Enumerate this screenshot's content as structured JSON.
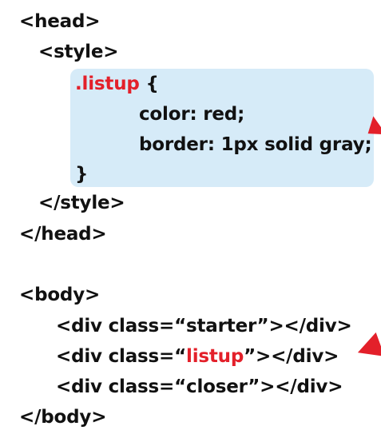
{
  "code": {
    "head_open": "<head>",
    "style_open": "<style>",
    "selector": ".listup",
    "brace_open": " {",
    "prop_color": "color: red;",
    "prop_border": "border: 1px solid gray;",
    "brace_close": "}",
    "style_close": "</style>",
    "head_close": "</head>",
    "body_open": "<body>",
    "div1": "<div class=“starter”></div>",
    "div2_prefix": "<div class=“",
    "div2_class": "listup",
    "div2_suffix": "”></div>",
    "div3": "<div class=“closer”></div>",
    "body_close": "</body>"
  },
  "colors": {
    "highlight": "#d6ebf8",
    "accent_red": "#e3202a",
    "text": "#111111"
  },
  "icons": {
    "top_arrow": "red-arrow-icon",
    "bottom_arrow": "red-arrow-icon"
  }
}
